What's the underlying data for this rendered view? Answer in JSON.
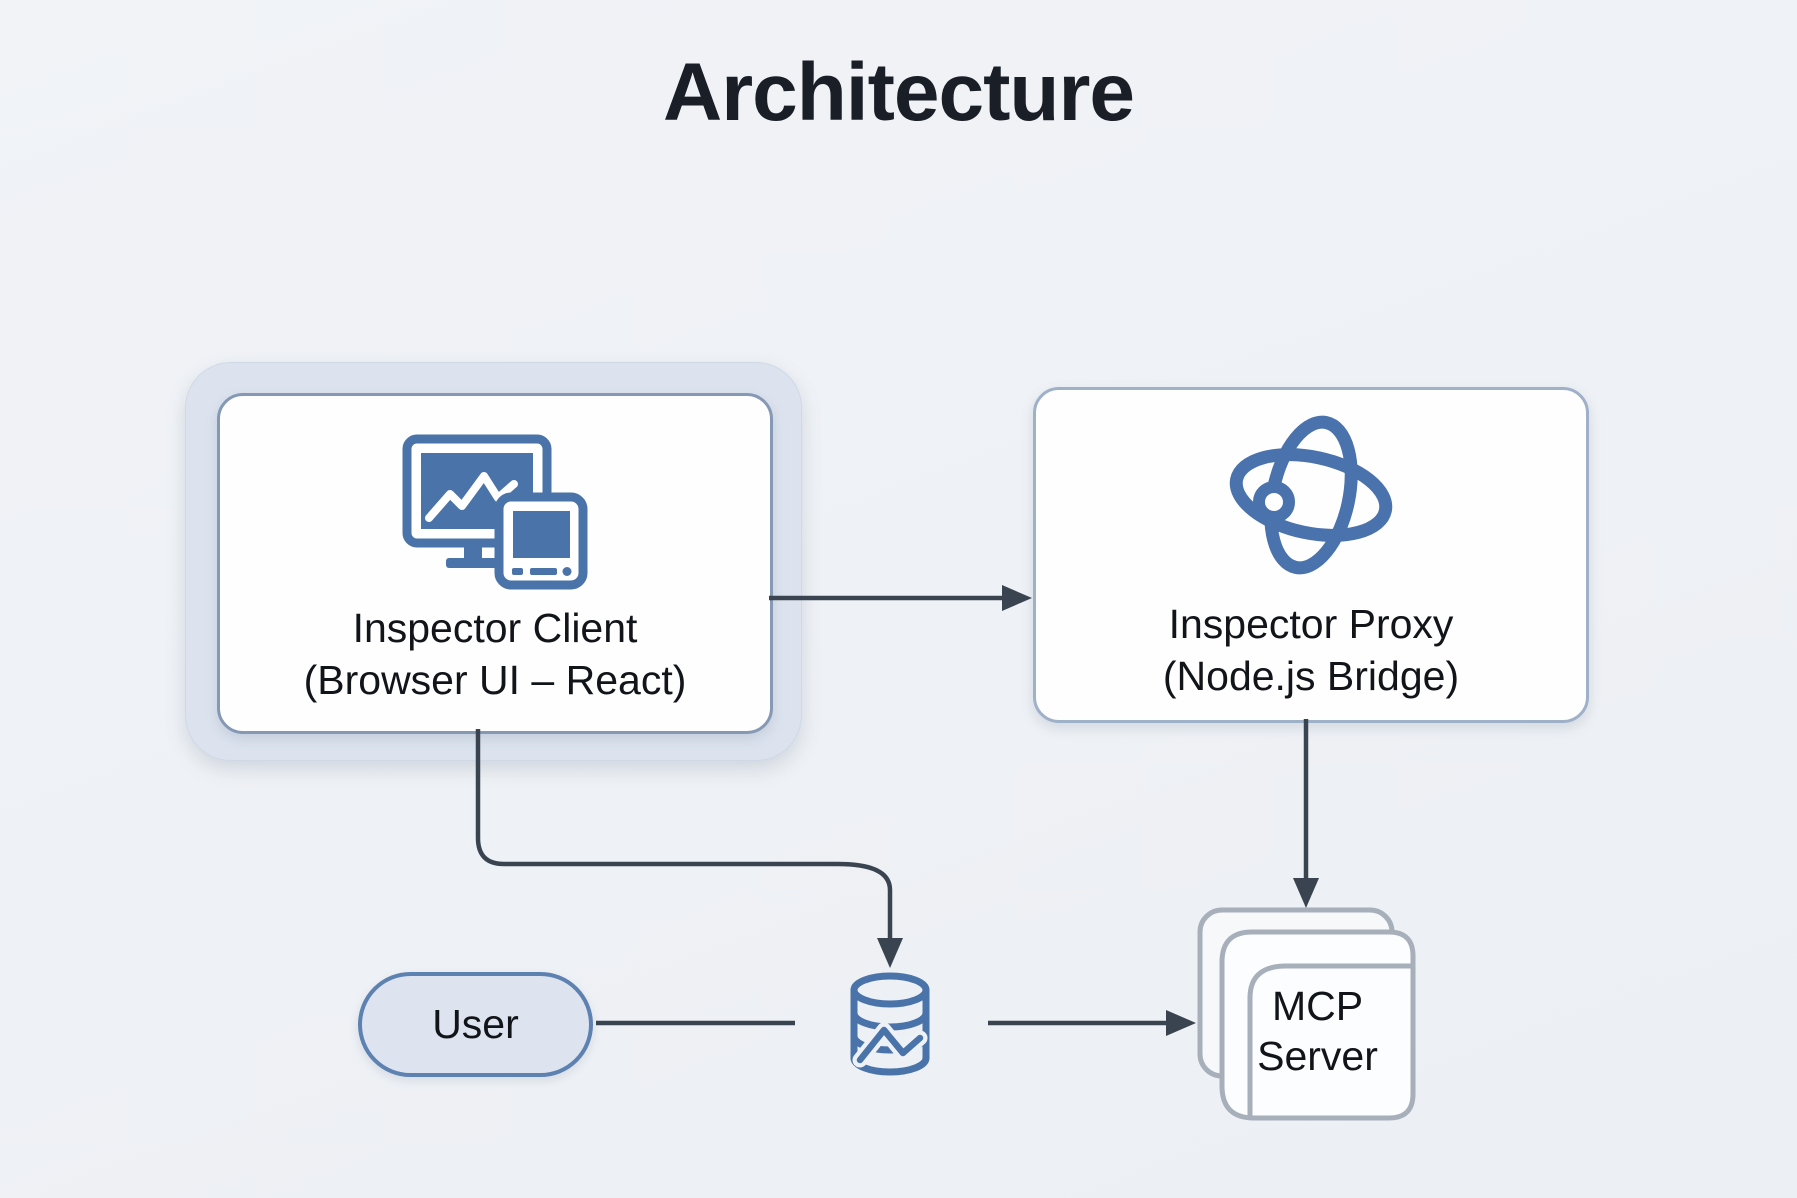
{
  "title": "Architecture",
  "nodes": {
    "client": {
      "label": "Inspector Client",
      "sublabel": "(Browser UI – React)",
      "icon": "monitor-devices-icon",
      "highlighted": true
    },
    "proxy": {
      "label": "Inspector Proxy",
      "sublabel": "(Node.js Bridge)",
      "icon": "atom-icon"
    },
    "user": {
      "label": "User"
    },
    "database": {
      "icon": "database-icon"
    },
    "mcp": {
      "line1": "MCP",
      "line2": "Server",
      "icon": "stacked-pages-icon"
    }
  },
  "edges": [
    {
      "from": "inspector-client",
      "to": "inspector-proxy",
      "style": "arrow"
    },
    {
      "from": "inspector-proxy",
      "to": "mcp-server",
      "style": "arrow"
    },
    {
      "from": "inspector-client",
      "to": "database",
      "style": "elbow-arrow"
    },
    {
      "from": "user",
      "to": "database",
      "style": "line"
    },
    {
      "from": "database",
      "to": "mcp-server",
      "style": "arrow"
    }
  ],
  "colors": {
    "background": "#eef1f5",
    "icon_blue": "#4a73a9",
    "arrow": "#3a4450",
    "client_border": "#8598b4",
    "proxy_border": "#9fb1c8",
    "highlight_fill": "#dce3ee",
    "user_fill": "#dde4ef",
    "user_border": "#5d81b0",
    "mcp_border": "#a7afbb"
  }
}
